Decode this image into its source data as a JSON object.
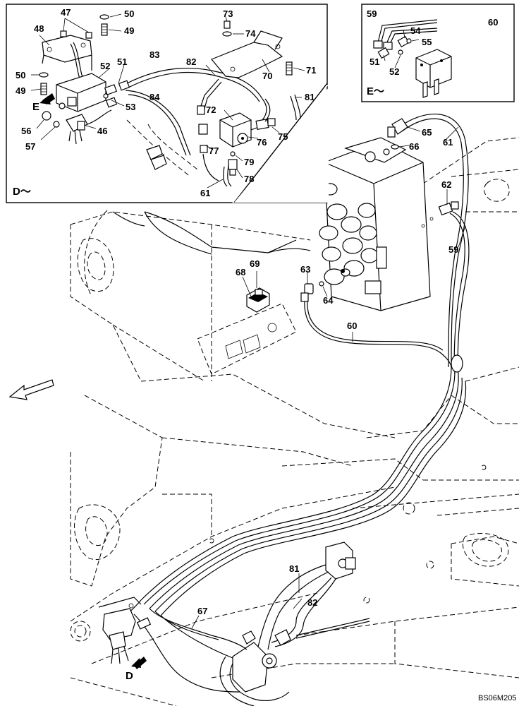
{
  "diagram": {
    "code": "BS06M205",
    "inset_d": {
      "label": "D～"
    },
    "inset_e": {
      "label": "E～"
    },
    "view_markers": {
      "e": "E",
      "d": "D"
    },
    "callouts": {
      "c47": "47",
      "c48": "48",
      "c50a": "50",
      "c49a": "49",
      "c50b": "50",
      "c49b": "49",
      "c52": "52",
      "c51": "51",
      "c83": "83",
      "c84": "84",
      "c53": "53",
      "c56": "56",
      "c57": "57",
      "c46": "46",
      "c73": "73",
      "c74": "74",
      "c70": "70",
      "c71": "71",
      "c82a": "82",
      "c72": "72",
      "c81a": "81",
      "c76": "76",
      "c75": "75",
      "c77": "77",
      "c79": "79",
      "c78": "78",
      "c61a": "61",
      "c59a": "59",
      "c60a": "60",
      "c54": "54",
      "c55": "55",
      "c51e": "51",
      "c52e": "52",
      "c65": "65",
      "c66": "66",
      "c61b": "61",
      "c62": "62",
      "c59b": "59",
      "c63": "63",
      "c64": "64",
      "c60b": "60",
      "c68": "68",
      "c69": "69",
      "c81b": "81",
      "c82b": "82",
      "c67": "67"
    }
  }
}
